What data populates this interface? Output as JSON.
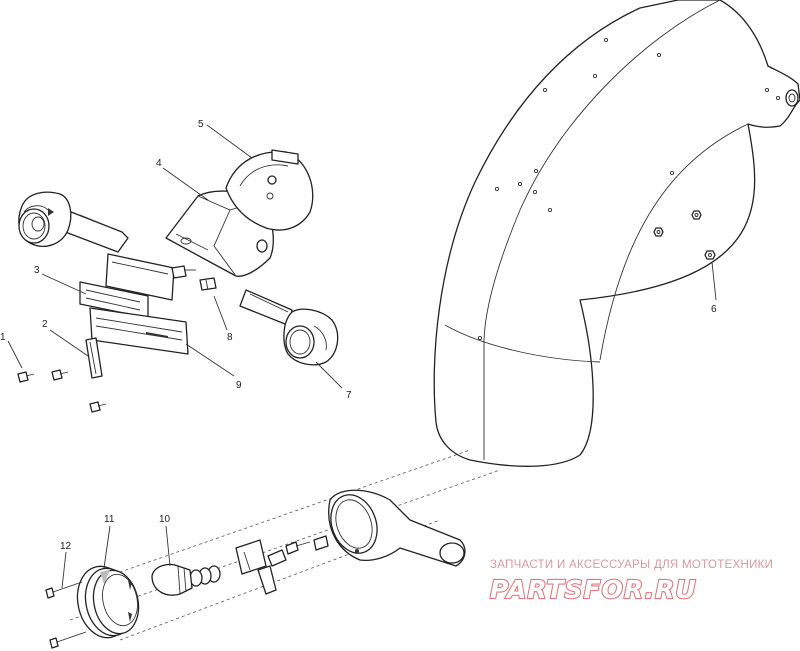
{
  "callouts": {
    "c1": "1",
    "c2": "2",
    "c3": "3",
    "c4": "4",
    "c5": "5",
    "c6": "6",
    "c7": "7",
    "c8": "8",
    "c9": "9",
    "c10": "10",
    "c11": "11",
    "c12": "12"
  },
  "watermark": {
    "subtitle": "ЗАПЧАСТИ И АКСЕССУАРЫ ДЛЯ МОТОТЕХНИКИ",
    "brand": "PARTSFOR.RU"
  }
}
